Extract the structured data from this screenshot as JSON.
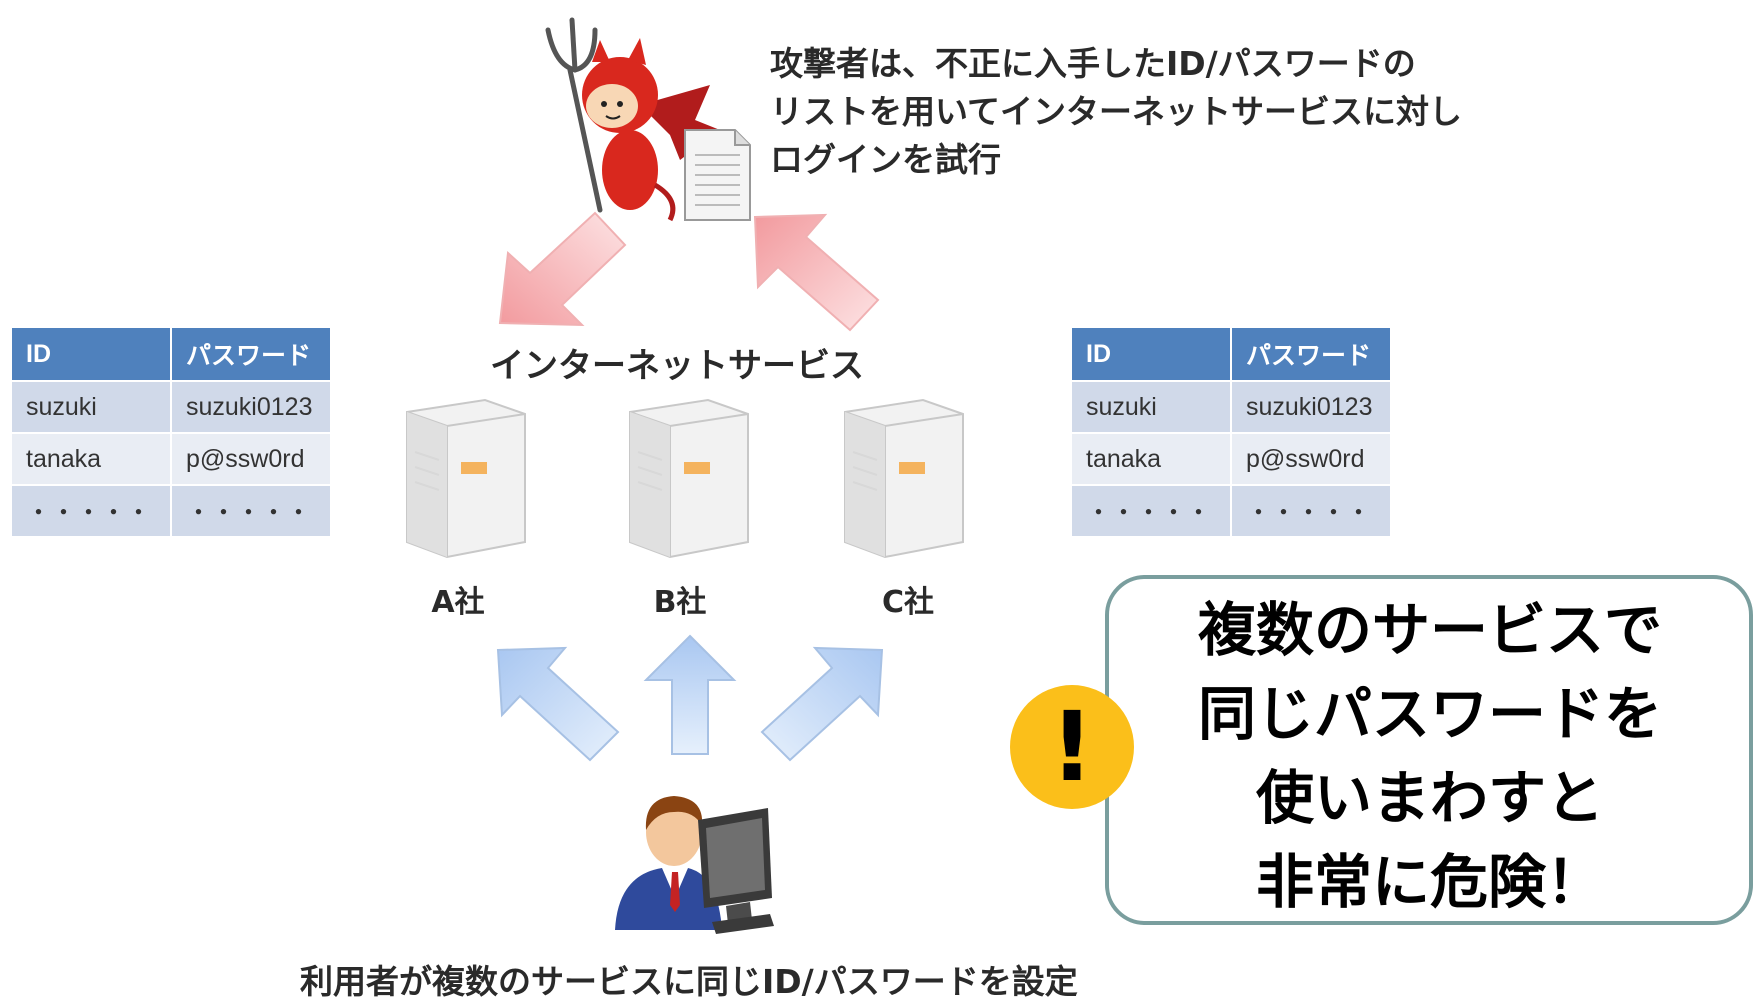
{
  "attacker": {
    "caption_lines": [
      "攻撃者は、不正に入手したID/パスワードの",
      "リストを用いてインターネットサービスに対し",
      "ログインを試行"
    ]
  },
  "internet_label": "インターネットサービス",
  "companies": [
    "A社",
    "B社",
    "C社"
  ],
  "credential_table": {
    "headers": [
      "ID",
      "パスワード"
    ],
    "rows": [
      [
        "suzuki",
        "suzuki0123"
      ],
      [
        "tanaka",
        "p@ssw0rd"
      ],
      [
        "・・・・・",
        "・・・・・"
      ]
    ]
  },
  "user_caption": "利用者が複数のサービスに同じID/パスワードを設定",
  "warning": {
    "lines": [
      "複数のサービスで",
      "同じパスワードを",
      "使いまわすと",
      "非常に危険！"
    ],
    "icon_glyph": "!"
  },
  "colors": {
    "table_header": "#4f81bd",
    "warning_badge": "#fbbf1a",
    "attack_arrow": "#f6b3b5",
    "user_arrow": "#b9d3f3"
  }
}
